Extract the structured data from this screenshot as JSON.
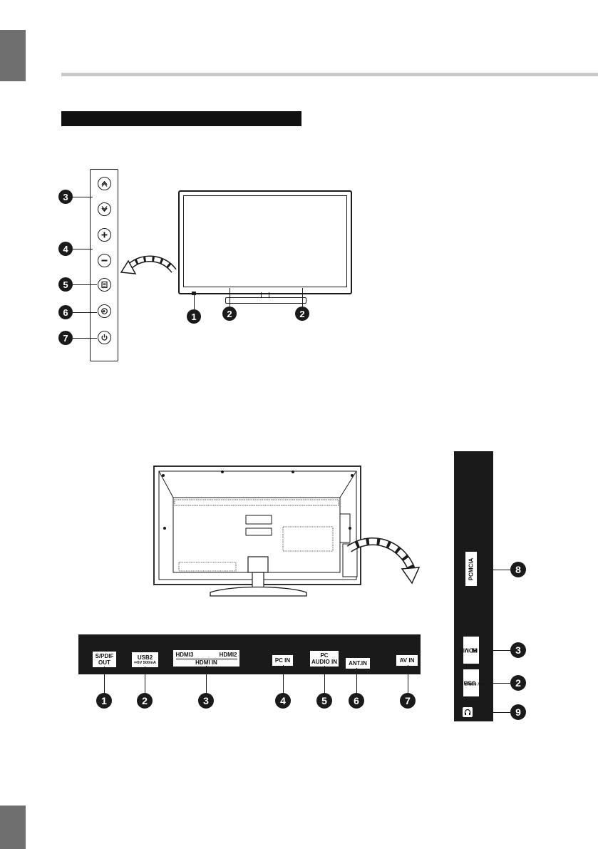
{
  "callouts": {
    "front": [
      "1",
      "2",
      "2"
    ],
    "side": [
      "3",
      "4",
      "5",
      "6",
      "7"
    ],
    "bottom": [
      "1",
      "2",
      "3",
      "4",
      "5",
      "6",
      "7"
    ],
    "vertical": [
      "8",
      "3",
      "2",
      "9"
    ]
  },
  "ports": {
    "spdif": [
      "S/PDIF",
      "OUT"
    ],
    "usb2": [
      "USB2",
      "⎓5V 500mA"
    ],
    "hdmi3": "HDMI3",
    "hdmi2": "HDMI2",
    "hdmi_in": "HDMI IN",
    "pc_in": "PC IN",
    "pc_audio_in": [
      "PC",
      "AUDIO IN"
    ],
    "ant_in": "ANT.IN",
    "av_in": "AV IN",
    "pcmcia": "PCMCIA",
    "hdmi1": [
      "HDMI1",
      "IN"
    ],
    "usb1": [
      "USB1",
      "⎓5V 500mA"
    ]
  },
  "icons": {
    "side_buttons": [
      "chevron-up-icon",
      "chevron-down-icon",
      "plus-icon",
      "minus-icon",
      "menu-icon",
      "source-icon",
      "power-icon"
    ],
    "headphone": "headphone-icon"
  }
}
